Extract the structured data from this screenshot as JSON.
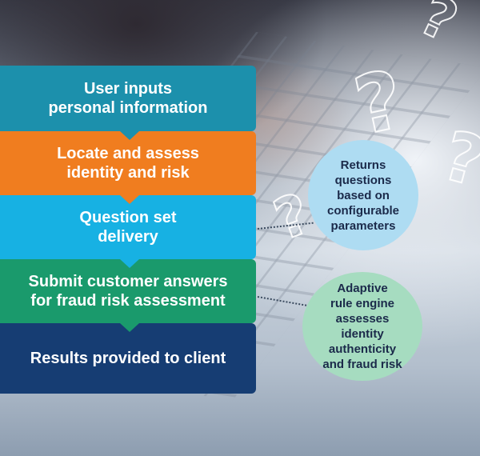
{
  "steps": [
    {
      "label_line1": "User inputs",
      "label_line2": "personal information",
      "color": "#1c90ac"
    },
    {
      "label_line1": "Locate and assess",
      "label_line2": "identity and risk",
      "color": "#f07d1f"
    },
    {
      "label_line1": "Question set",
      "label_line2": "delivery",
      "color": "#17b1e3"
    },
    {
      "label_line1": "Submit customer answers",
      "label_line2": "for fraud risk assessment",
      "color": "#1a9a6c"
    },
    {
      "label_line1": "Results provided to client",
      "label_line2": "",
      "color": "#163d73"
    }
  ],
  "bubbles": [
    {
      "lines": [
        "Returns",
        "questions",
        "based on",
        "configurable",
        "parameters"
      ],
      "color": "#aedcf2"
    },
    {
      "lines": [
        "Adaptive",
        "rule engine",
        "assesses identity",
        "authenticity",
        "and fraud risk"
      ],
      "color": "#a6dcc0"
    }
  ],
  "decorations": {
    "question_mark_glyph": "?"
  }
}
